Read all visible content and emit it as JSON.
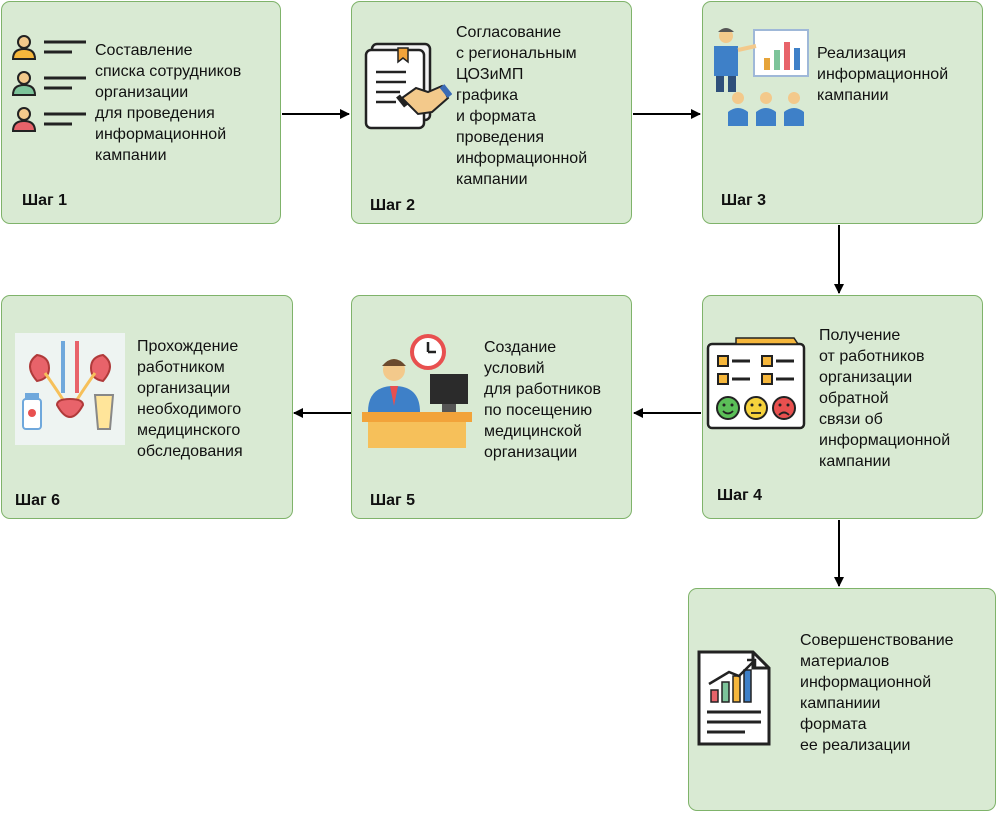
{
  "steps": [
    {
      "step_label": "Шаг 1",
      "lines": [
        "Составление",
        "списка сотрудников",
        "организации",
        "для проведения",
        "информационной",
        "кампании"
      ],
      "icon": "employee-list-icon"
    },
    {
      "step_label": "Шаг 2",
      "lines": [
        "Согласование",
        "с региональным",
        "ЦОЗиМП",
        "графика",
        "и формата",
        "проведения",
        "информационной",
        "кампании"
      ],
      "icon": "handshake-document-icon"
    },
    {
      "step_label": "Шаг 3",
      "lines": [
        "Реализация",
        "информационной",
        "кампании"
      ],
      "icon": "presentation-icon"
    },
    {
      "step_label": "Шаг 4",
      "lines": [
        "Получение",
        "от работников",
        "организации",
        "обратной",
        "связи об",
        "информационной",
        "кампании"
      ],
      "icon": "feedback-survey-icon"
    },
    {
      "step_label": "Шаг 5",
      "lines": [
        "Создание",
        "условий",
        "для работников",
        "по посещению",
        "медицинской",
        "организации"
      ],
      "icon": "office-worker-clock-icon"
    },
    {
      "step_label": "Шаг 6",
      "lines": [
        "Прохождение",
        "работником",
        "организации",
        "необходимого",
        "медицинского",
        "обследования"
      ],
      "icon": "medical-exam-icon"
    }
  ],
  "final_box": {
    "lines": [
      "Совершенствование",
      "материалов",
      "информационной",
      "кампаниии",
      "формата",
      "ее реализации"
    ],
    "icon": "report-chart-icon"
  },
  "colors": {
    "box_fill": "#d9ead3",
    "box_border": "#7fb36a",
    "arrow": "#000000"
  }
}
